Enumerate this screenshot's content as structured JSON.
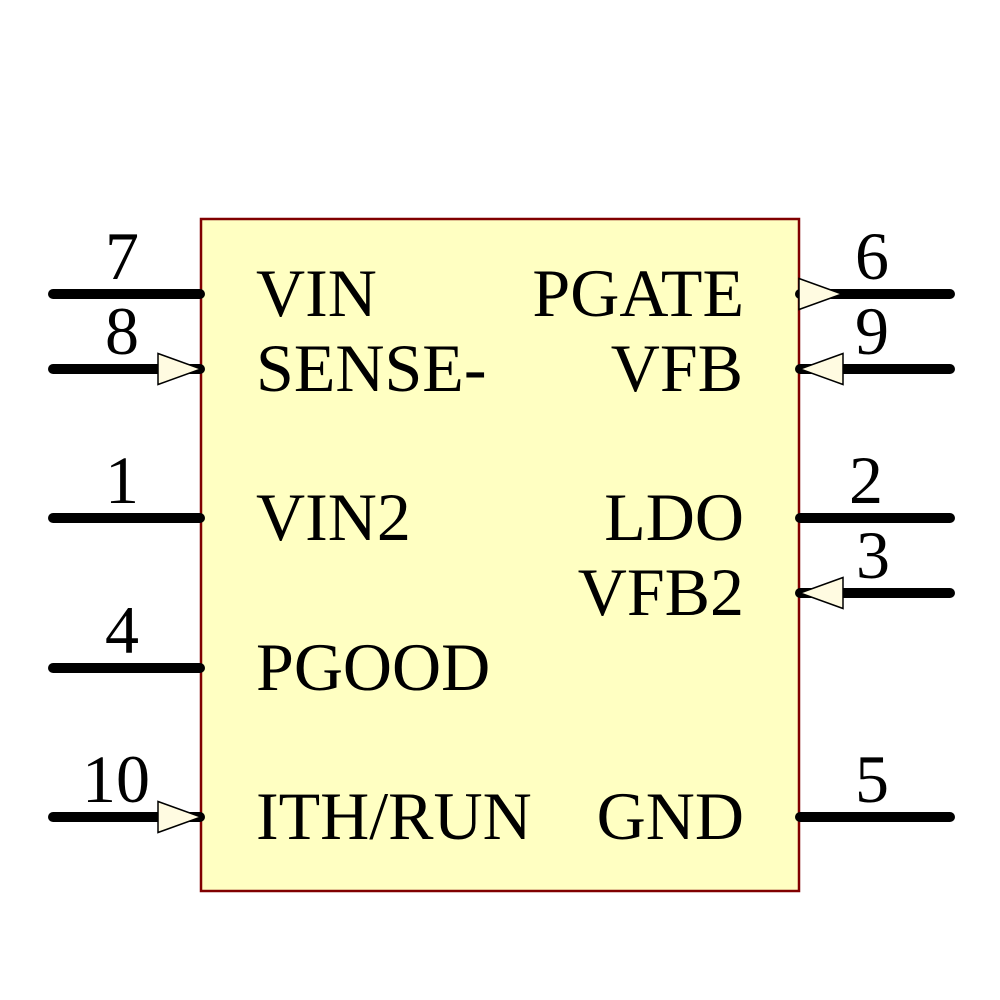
{
  "diagram_type": "schematic-ic-symbol",
  "colors": {
    "background": "#FFFFFF",
    "body_fill": "#FFFFC2",
    "body_border": "#800000",
    "pin_line": "#000000",
    "arrow_fill": "#FFFBE1",
    "text": "#000000"
  },
  "symbol": {
    "pins_left": [
      {
        "number": "7",
        "label": "VIN",
        "arrow": "none"
      },
      {
        "number": "8",
        "label": "SENSE-",
        "arrow": "input"
      },
      {
        "number": "1",
        "label": "VIN2",
        "arrow": "none"
      },
      {
        "number": "4",
        "label": "PGOOD",
        "arrow": "none"
      },
      {
        "number": "10",
        "label": "ITH/RUN",
        "arrow": "input"
      }
    ],
    "pins_right": [
      {
        "number": "6",
        "label": "PGATE",
        "arrow": "output"
      },
      {
        "number": "9",
        "label": "VFB",
        "arrow": "input"
      },
      {
        "number": "2",
        "label": "LDO",
        "arrow": "none"
      },
      {
        "number": "3",
        "label": "VFB2",
        "arrow": "input"
      },
      {
        "number": "5",
        "label": "GND",
        "arrow": "none"
      }
    ]
  }
}
